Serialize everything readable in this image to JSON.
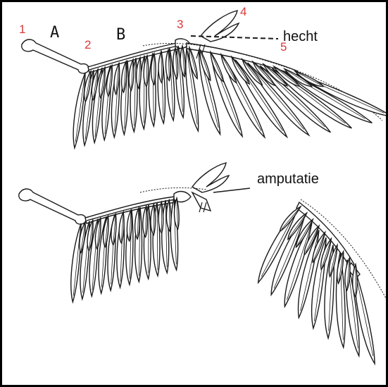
{
  "labels": {
    "bone_1": "1",
    "bone_2": "2",
    "bone_3": "3",
    "bone_4": "4",
    "bone_5": "5",
    "segment_a": "A",
    "segment_b": "B",
    "hecht": "hecht",
    "amputatie": "amputatie"
  },
  "colors": {
    "number_labels": "#d63a3a",
    "ink": "#1a1a1a",
    "frame": "#000000",
    "background": "#ffffff"
  },
  "figures": {
    "top": "full-wing",
    "bottom_left": "amputated-wing",
    "bottom_right": "wingtip-detail"
  }
}
